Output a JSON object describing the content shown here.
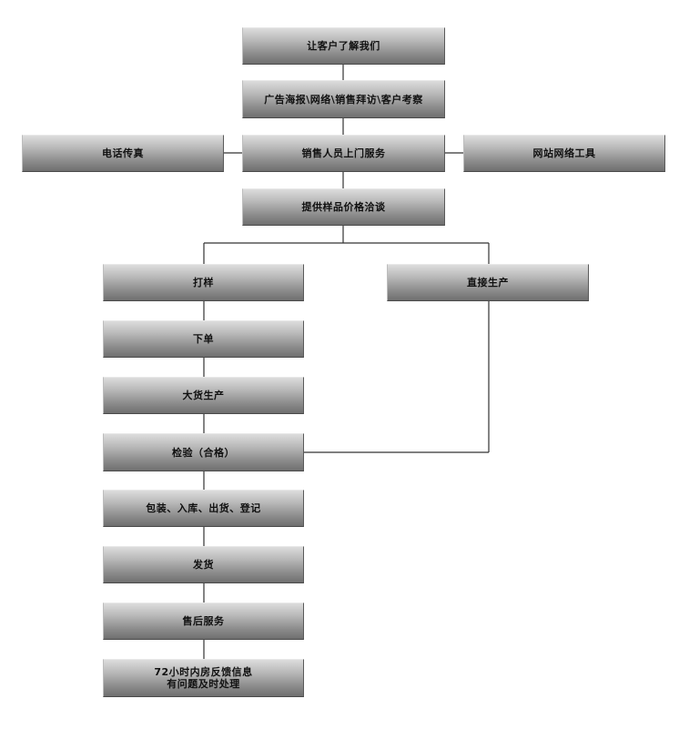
{
  "nodes": {
    "understand": "让客户了解我们",
    "channels": "广告海报\\网络\\销售拜访\\客户考察",
    "phone_fax": "电话传真",
    "sales_visit": "销售人员上门服务",
    "web_tools": "网站网络工具",
    "sample_price": "提供样品价格洽谈",
    "sampling": "打样",
    "direct_production": "直接生产",
    "order": "下单",
    "mass_production": "大货生产",
    "inspection": "检验（合格）",
    "packing": "包装、入库、出货、登记",
    "shipping": "发货",
    "after_sales": "售后服务",
    "feedback": "72小时内房反馈信息\n有问题及时处理"
  },
  "colors": {
    "line": "#000000",
    "box_top": "#dcdcdc",
    "box_bottom": "#6f6f6f"
  }
}
